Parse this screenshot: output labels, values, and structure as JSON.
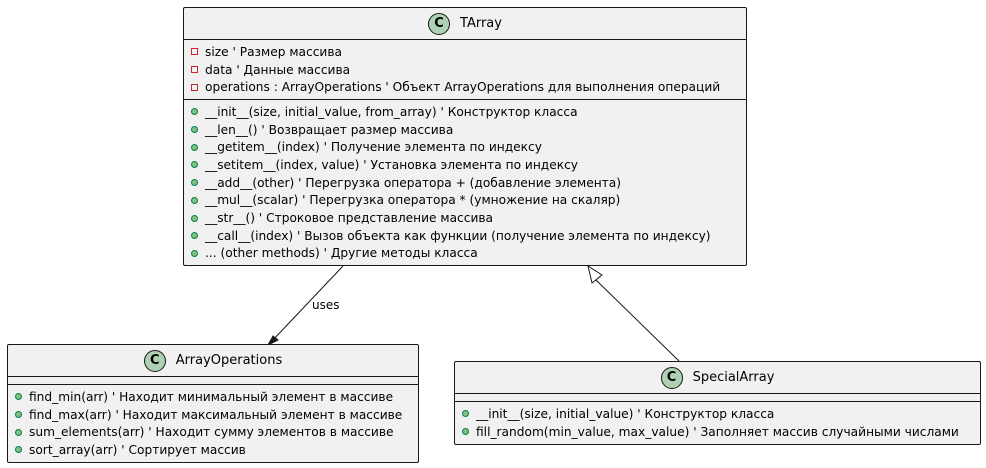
{
  "classes": {
    "tarray": {
      "name": "TArray",
      "badge": "C",
      "fields": [
        "size  ' Размер массива",
        "data  ' Данные массива",
        "operations : ArrayOperations  ' Объект ArrayOperations для выполнения операций"
      ],
      "methods": [
        "__init__(size, initial_value, from_array)  ' Конструктор класса",
        "__len__()  ' Возвращает размер массива",
        "__getitem__(index)  ' Получение элемента по индексу",
        "__setitem__(index, value)  ' Установка элемента по индексу",
        "__add__(other)  ' Перегрузка оператора + (добавление элемента)",
        "__mul__(scalar)  ' Перегрузка оператора * (умножение на скаляр)",
        "__str__()  ' Строковое представление массива",
        "__call__(index)  ' Вызов объекта как функции (получение элемента по индексу)",
        "... (other methods) ' Другие методы класса"
      ]
    },
    "arrayops": {
      "name": "ArrayOperations",
      "badge": "C",
      "methods": [
        "find_min(arr)  ' Находит минимальный элемент в массиве",
        "find_max(arr)  ' Находит максимальный элемент в массиве",
        "sum_elements(arr)  ' Находит сумму элементов в массиве",
        "sort_array(arr)  ' Сортирует массив"
      ]
    },
    "special": {
      "name": "SpecialArray",
      "badge": "C",
      "methods": [
        "__init__(size, initial_value)  ' Конструктор класса",
        "fill_random(min_value, max_value)  ' Заполняет массив случайными числами"
      ]
    }
  },
  "relations": {
    "uses_label": "uses"
  }
}
